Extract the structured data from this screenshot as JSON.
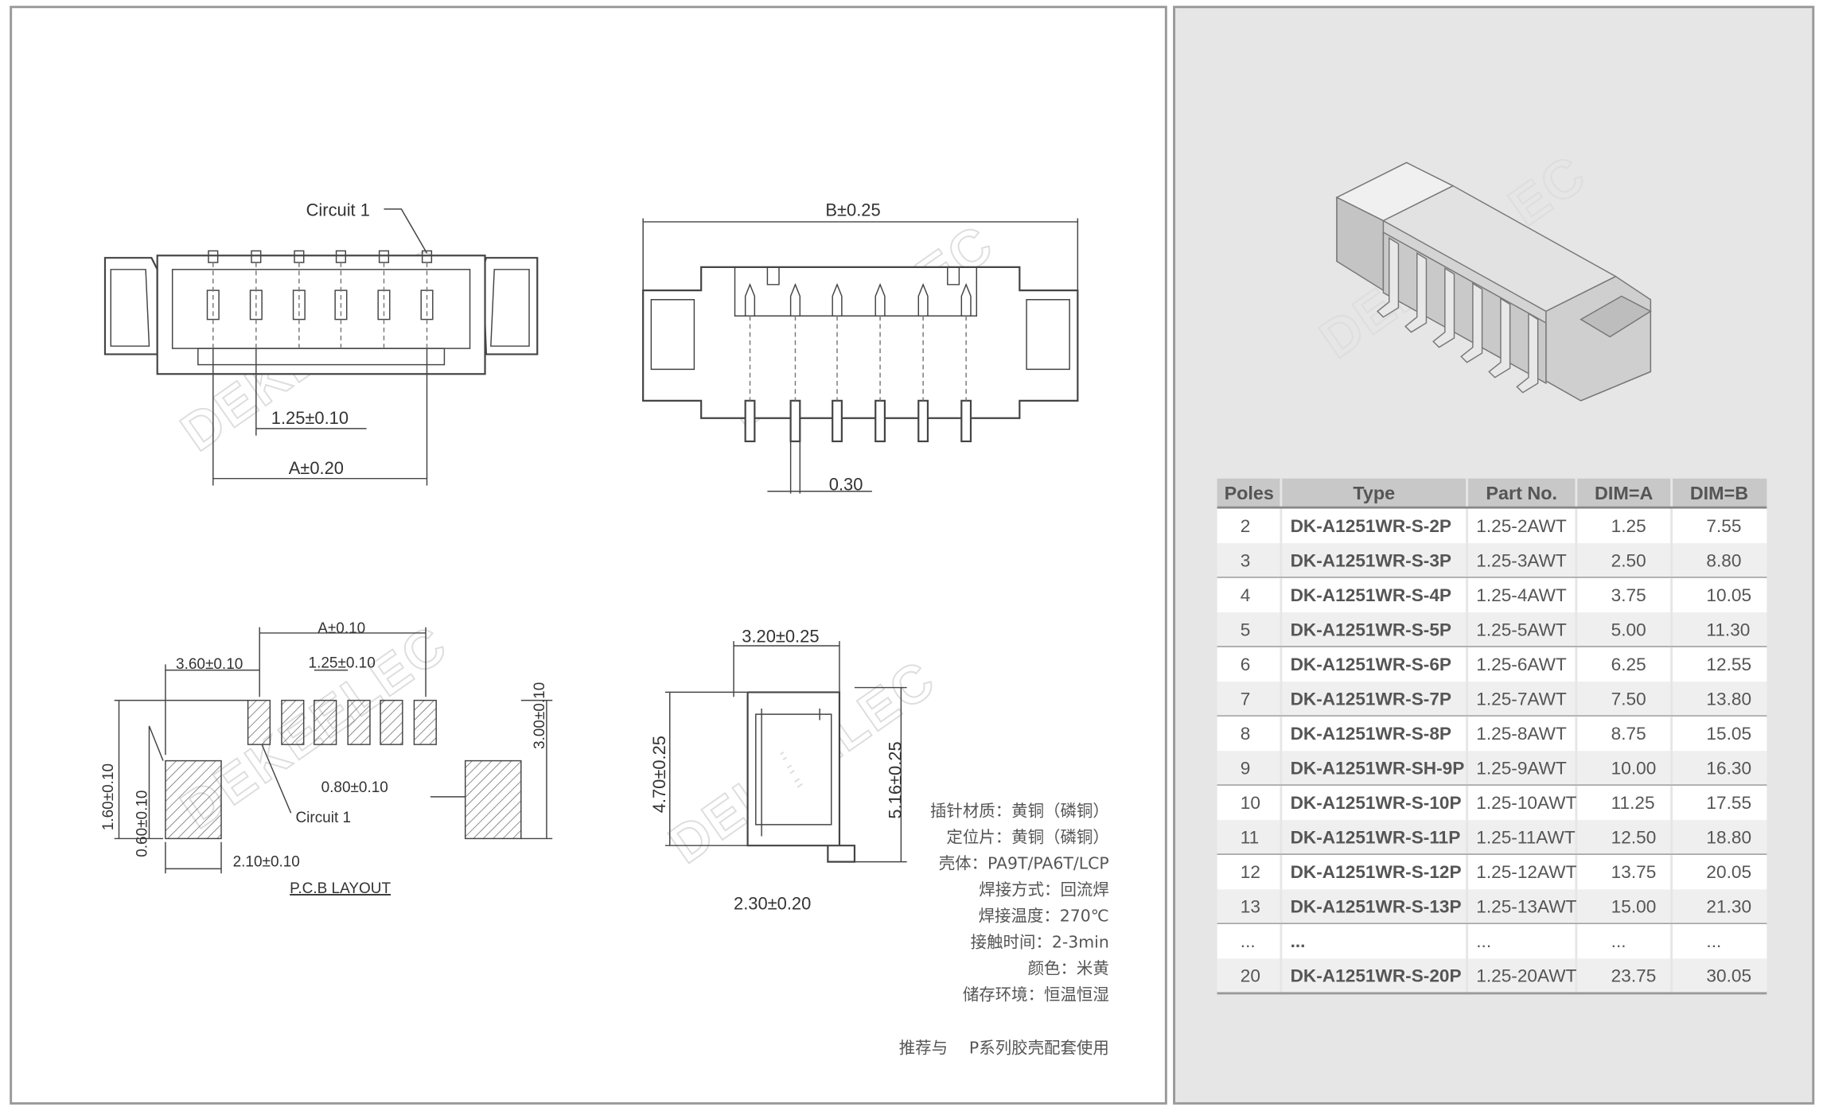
{
  "watermark": "DEKEELEC",
  "top_view": {
    "circuit_label": "Circuit 1",
    "pitch_dim": "1.25±0.10",
    "a_dim": "A±0.20"
  },
  "side_view": {
    "b_dim": "B±0.25",
    "pin_dim": "0.30"
  },
  "pcb_layout": {
    "title": "P.C.B LAYOUT",
    "a_dim": "A±0.10",
    "left_dim": "3.60±0.10",
    "pitch_dim": "1.25±0.10",
    "height_dim": "3.00±0.10",
    "pad_h_dim": "1.60±0.10",
    "pad_offset_dim": "0.60±0.10",
    "pad_w_dim": "0.80±0.10",
    "circuit_label": "Circuit 1",
    "big_pad_dim": "2.10±0.10"
  },
  "end_view": {
    "width_dim": "3.20±0.25",
    "height_dim": "4.70±0.25",
    "total_height_dim": "5.16±0.25",
    "bottom_dim": "2.30±0.20"
  },
  "specs": [
    "插针材质：黄铜（磷铜）",
    "定位片：黄铜（磷铜）",
    "壳体：PA9T/PA6T/LCP",
    "焊接方式：回流焊",
    "焊接温度：270℃",
    "接触时间：2-3min",
    "颜色：米黄",
    "储存环境：恒温恒湿"
  ],
  "recommendation": "推荐与　 P系列胶壳配套使用",
  "table": {
    "headers": [
      "Poles",
      "Type",
      "Part No.",
      "DIM=A",
      "DIM=B"
    ],
    "rows": [
      [
        "2",
        "DK-A1251WR-S-2P",
        "1.25-2AWT",
        "1.25",
        "7.55"
      ],
      [
        "3",
        "DK-A1251WR-S-3P",
        "1.25-3AWT",
        "2.50",
        "8.80"
      ],
      [
        "4",
        "DK-A1251WR-S-4P",
        "1.25-4AWT",
        "3.75",
        "10.05"
      ],
      [
        "5",
        "DK-A1251WR-S-5P",
        "1.25-5AWT",
        "5.00",
        "11.30"
      ],
      [
        "6",
        "DK-A1251WR-S-6P",
        "1.25-6AWT",
        "6.25",
        "12.55"
      ],
      [
        "7",
        "DK-A1251WR-S-7P",
        "1.25-7AWT",
        "7.50",
        "13.80"
      ],
      [
        "8",
        "DK-A1251WR-S-8P",
        "1.25-8AWT",
        "8.75",
        "15.05"
      ],
      [
        "9",
        "DK-A1251WR-SH-9P",
        "1.25-9AWT",
        "10.00",
        "16.30"
      ],
      [
        "10",
        "DK-A1251WR-S-10P",
        "1.25-10AWT",
        "11.25",
        "17.55"
      ],
      [
        "11",
        "DK-A1251WR-S-11P",
        "1.25-11AWT",
        "12.50",
        "18.80"
      ],
      [
        "12",
        "DK-A1251WR-S-12P",
        "1.25-12AWT",
        "13.75",
        "20.05"
      ],
      [
        "13",
        "DK-A1251WR-S-13P",
        "1.25-13AWT",
        "15.00",
        "21.30"
      ],
      [
        "...",
        "...",
        "...",
        "...",
        "..."
      ],
      [
        "20",
        "DK-A1251WR-S-20P",
        "1.25-20AWT",
        "23.75",
        "30.05"
      ]
    ]
  },
  "colors": {
    "panel_bg": "#e6e6e6",
    "header_bg": "#c8c8c8",
    "row_alt": "#efefef",
    "border": "#999999"
  }
}
